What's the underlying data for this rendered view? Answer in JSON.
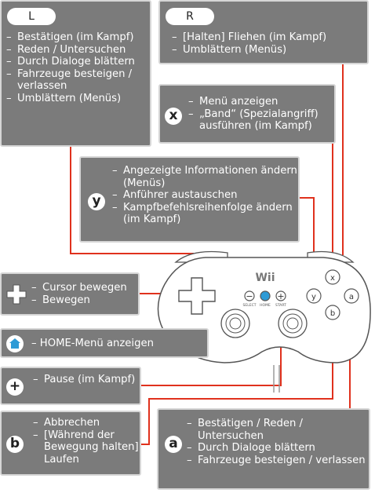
{
  "boxes": {
    "l": {
      "button": "L",
      "items": [
        "Bestätigen (im Kampf)",
        "Reden / Untersuchen",
        "Durch Dialoge blättern",
        "Fahrzeuge besteigen / verlassen",
        "Umblättern (Menüs)"
      ]
    },
    "r": {
      "button": "R",
      "items": [
        "[Halten] Fliehen (im Kampf)",
        "Umblättern (Menüs)"
      ]
    },
    "x": {
      "button": "x",
      "items": [
        "Menü anzeigen",
        "„Band“ (Spezialangriff) ausführen (im Kampf)"
      ]
    },
    "y": {
      "button": "y",
      "items": [
        "Angezeigte Informationen ändern (Menüs)",
        "Anführer austauschen",
        "Kampfbefehlsreihenfolge ändern (im Kampf)"
      ]
    },
    "dpad": {
      "items": [
        "Cursor bewegen",
        "Bewegen"
      ]
    },
    "home": {
      "text": "– HOME-Menü anzeigen"
    },
    "plus": {
      "button": "+",
      "items": [
        "Pause (im Kampf)"
      ]
    },
    "b": {
      "button": "b",
      "items": [
        "Abbrechen",
        "[Während der Bewegung halten] Laufen"
      ]
    },
    "a": {
      "button": "a",
      "items": [
        "Bestätigen / Reden / Untersuchen",
        "Durch Dialoge blättern",
        "Fahrzeuge besteigen / verlassen"
      ]
    }
  },
  "controller": {
    "logo": "Wii",
    "select_label": "SELECT",
    "home_label": "HOME",
    "start_label": "START",
    "buttons": {
      "x": "x",
      "y": "y",
      "a": "a",
      "b": "b",
      "minus": "−",
      "plus": "+"
    }
  },
  "colors": {
    "box": "#7b7b7b",
    "box_border": "#d6d6d6",
    "line": "#e0311d"
  }
}
